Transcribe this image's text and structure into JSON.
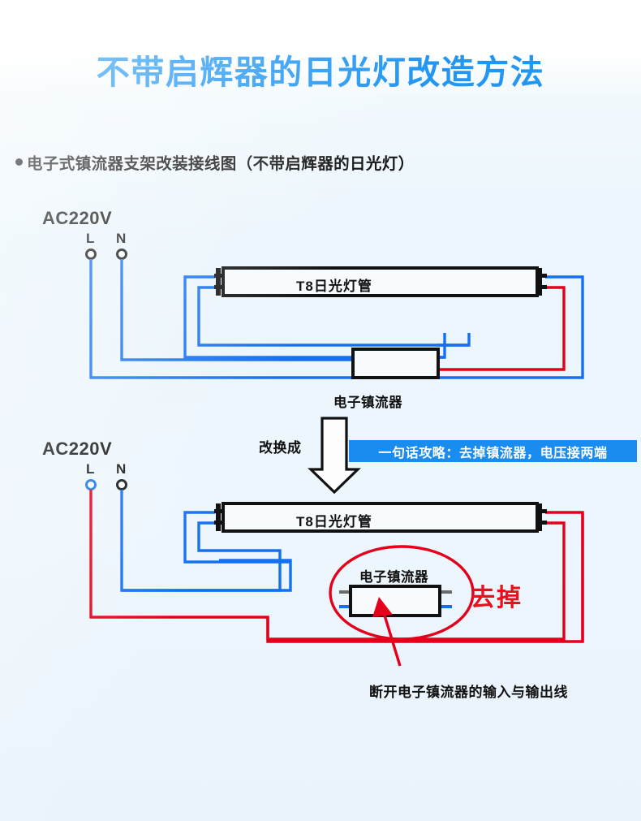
{
  "page": {
    "title": "不带启辉器的日光灯改造方法",
    "subtitle": "电子式镇流器支架改装接线图（不带启辉器的日光灯）",
    "bullet_icon": "bullet-dot-icon"
  },
  "colors": {
    "title_blue": "#2196f3",
    "wire_blue": "#1570ef",
    "wire_red": "#e4001b",
    "banner_blue": "#1a8cf0",
    "remove_red": "#e8101a",
    "outline_black": "#111111",
    "stub_gray": "#6b6b6b",
    "background": "#eaf5fc"
  },
  "diagram_top": {
    "name": "original-wiring-with-ballast",
    "source_label": "AC220V",
    "terminal_live": "L",
    "terminal_neutral": "N",
    "terminal_live_circle_color": "#111111",
    "terminal_neutral_circle_color": "#111111",
    "tube_label": "T8日光灯管",
    "ballast_label": "电子镇流器",
    "wire_colors": [
      "#1570ef",
      "#e4001b"
    ]
  },
  "transition": {
    "change_label": "改换成",
    "arrow_icon": "down-arrow-icon",
    "banner_text": "一句话攻略：去掉镇流器，电压接两端"
  },
  "diagram_bottom": {
    "name": "modified-wiring-no-ballast",
    "source_label": "AC220V",
    "terminal_live": "L",
    "terminal_neutral": "N",
    "terminal_live_circle_color": "#1570ef",
    "terminal_neutral_circle_color": "#111111",
    "tube_label": "T8日光灯管",
    "ballast_label": "电子镇流器",
    "remove_label": "去掉",
    "highlight_icon": "red-ellipse-highlight",
    "pointer_icon": "red-arrow-icon",
    "note_text": "断开电子镇流器的输入与输出线",
    "wire_colors": [
      "#e4001b",
      "#1570ef"
    ]
  }
}
